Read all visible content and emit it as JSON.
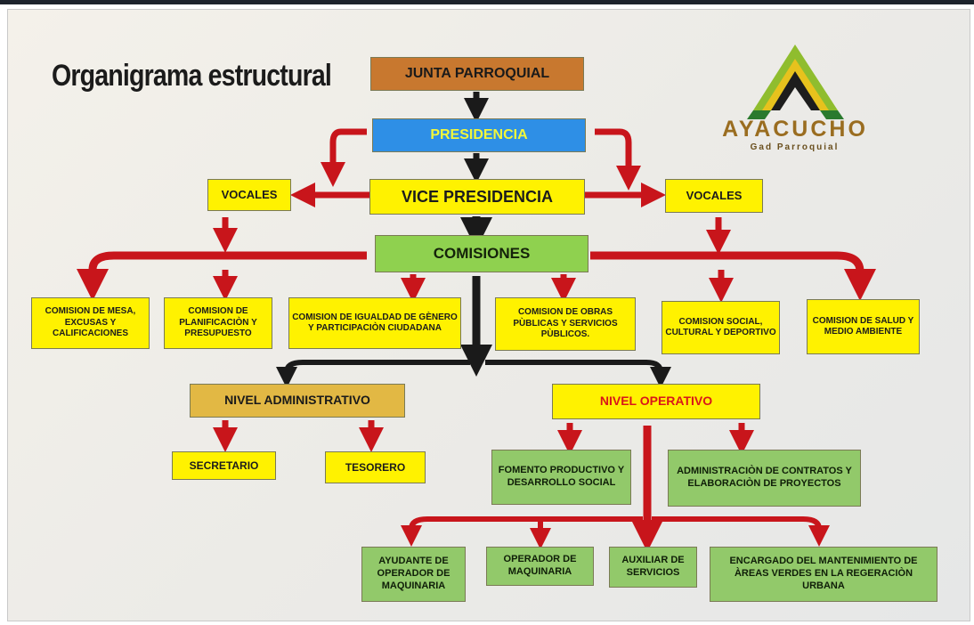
{
  "title": "Organigrama estructural",
  "logo": {
    "name": "AYACUCHO",
    "subtitle": "Gad Parroquial"
  },
  "nodes": {
    "junta": "JUNTA PARROQUIAL",
    "presidencia": "PRESIDENCIA",
    "vicepresidencia": "VICE PRESIDENCIA",
    "vocales_left": "VOCALES",
    "vocales_right": "VOCALES",
    "comisiones": "COMISIONES",
    "comision_mesa": "COMISION DE MESA, EXCUSAS Y CALIFICACIONES",
    "comision_planificacion": "COMISION DE PLANIFICACIÒN Y PRESUPUESTO",
    "comision_igualdad": "COMISION DE IGUALDAD DE GÈNERO Y PARTICIPACIÒN CIUDADANA",
    "comision_obras": "COMISION DE OBRAS PÙBLICAS Y SERVICIOS PÙBLICOS.",
    "comision_social": "COMISION SOCIAL, CULTURAL Y DEPORTIVO",
    "comision_salud": "COMISION DE SALUD Y MEDIO AMBIENTE",
    "nivel_administrativo": "NIVEL ADMINISTRATIVO",
    "nivel_operativo": "NIVEL OPERATIVO",
    "secretario": "SECRETARIO",
    "tesorero": "TESORERO",
    "fomento": "FOMENTO PRODUCTIVO Y DESARROLLO SOCIAL",
    "administracion_contratos": "ADMINISTRACIÒN DE CONTRATOS Y ELABORACIÒN DE PROYECTOS",
    "ayudante_operador": "AYUDANTE DE OPERADOR DE MAQUINARIA",
    "operador_maquinaria": "OPERADOR DE MAQUINARIA",
    "auxiliar_servicios": "AUXILIAR DE SERVICIOS",
    "encargado_areas_verdes": "ENCARGADO DEL MANTENIMIENTO DE ÀREAS VERDES EN LA REGERACIÒN URBANA"
  },
  "colors": {
    "arrow": "#c8151b",
    "arrow_dark": "#1a1a1a",
    "box_yellow": "#fff200",
    "box_green": "#8fd14f",
    "box_blue": "#2e8fe6",
    "box_brown": "#c8782f"
  }
}
